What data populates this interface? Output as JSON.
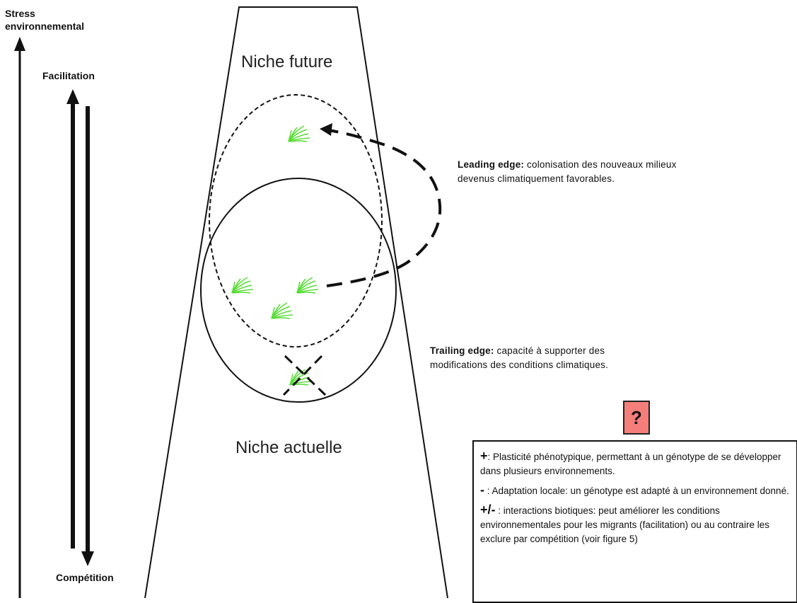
{
  "axis": {
    "stress_label_line1": "Stress",
    "stress_label_line2": "environnemental",
    "facilitation_label": "Facilitation",
    "competition_label": "Compétition"
  },
  "niches": {
    "future_label": "Niche future",
    "current_label": "Niche actuelle"
  },
  "leading_edge": {
    "title": "Leading edge:",
    "text_line1": " colonisation des nouveaux milieux",
    "text_line2": "devenus climatiquement favorables."
  },
  "trailing_edge": {
    "title": "Trailing edge:",
    "text_line1": " capacité à supporter des",
    "text_line2": "modifications des conditions climatiques."
  },
  "question_box": {
    "label": "?",
    "color": "#f47f7a"
  },
  "info_box": {
    "items": [
      {
        "symbol": "+",
        "text": ": Plasticité phénotypique, permettant à un génotype de se développer dans plusieurs environnements."
      },
      {
        "symbol": "-",
        "text": " : Adaptation locale: un génotype est adapté à un environnement donné."
      },
      {
        "symbol": "+/-",
        "text": " : interactions biotiques: peut améliorer les conditions environnementales pour les migrants (facilitation) ou au contraire les exclure par compétition (voir figure 5)"
      }
    ]
  },
  "colors": {
    "grass": "#55dd33",
    "stroke": "#111111"
  }
}
